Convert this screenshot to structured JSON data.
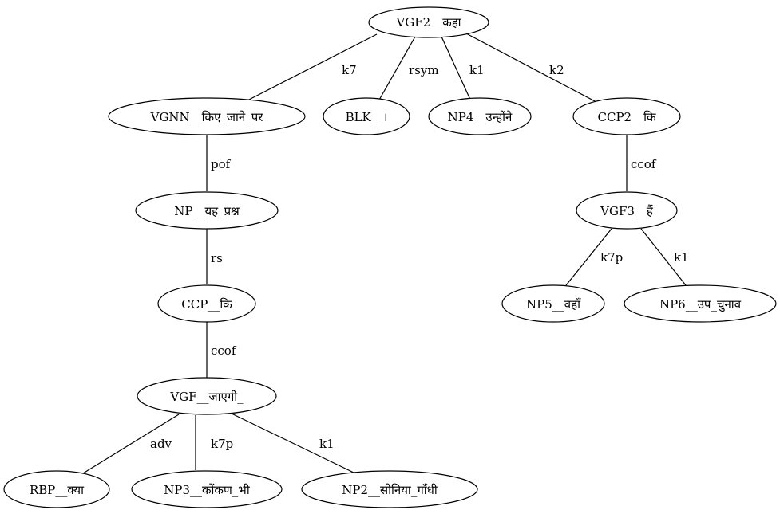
{
  "nodes": {
    "root": "VGF2__कहा",
    "vgnn": "VGNN__किए_जाने_पर",
    "blk": "BLK__।",
    "np4": "NP4__उन्होंने",
    "ccp2": "CCP2__कि",
    "np": "NP__यह_प्रश्न",
    "vgf3": "VGF3__हैं",
    "ccp": "CCP__कि",
    "np5": "NP5__वहाँ",
    "np6": "NP6__उप_चुनाव",
    "vgf": "VGF__जाएगी_",
    "rbp": "RBP__क्या",
    "np3": "NP3__कोंकण_भी",
    "np2": "NP2__सोनिया_गाँधी"
  },
  "edges": {
    "root_vgnn": "k7",
    "root_blk": "rsym",
    "root_np4": "k1",
    "root_ccp2": "k2",
    "vgnn_np": "pof",
    "ccp2_vgf3": "ccof",
    "np_ccp": "rs",
    "vgf3_np5": "k7p",
    "vgf3_np6": "k1",
    "ccp_vgf": "ccof",
    "vgf_rbp": "adv",
    "vgf_np3": "k7p",
    "vgf_np2": "k1"
  }
}
